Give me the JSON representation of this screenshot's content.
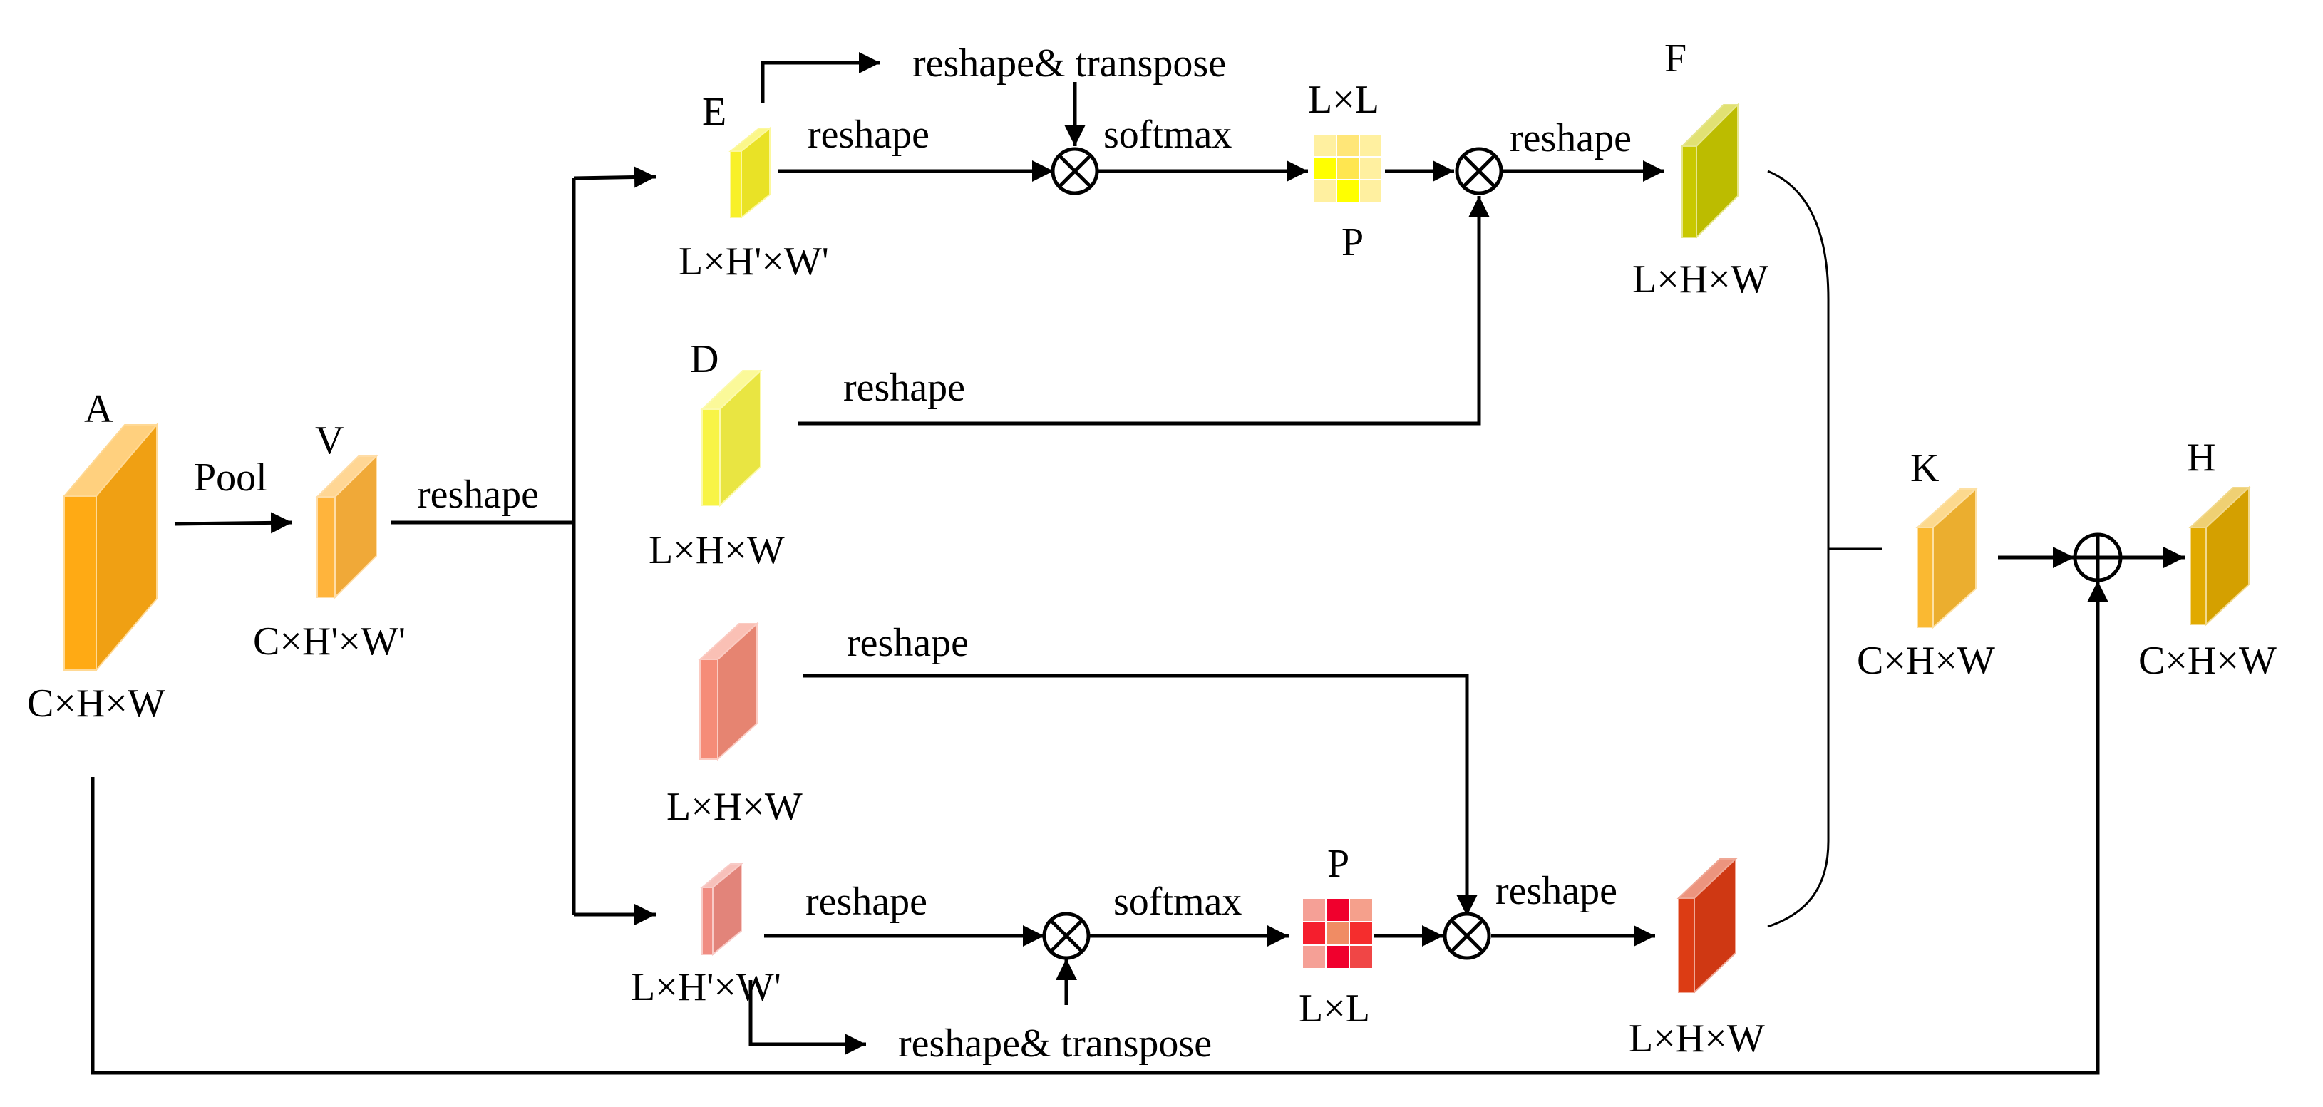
{
  "labels": {
    "A": "A",
    "V": "V",
    "E": "E",
    "D": "D",
    "F": "F",
    "K": "K",
    "H": "H",
    "P_top": "P",
    "P_bottom": "P",
    "pool": "Pool",
    "reshape": "reshape",
    "softmax": "softmax",
    "reshape_transpose": "reshape& transpose",
    "dim_CHW": "C×H×W",
    "dim_CHpWp": "C×H'×W'",
    "dim_LHpWp": "L×H'×W'",
    "dim_LHW": "L×H×W",
    "dim_LL": "L×L"
  },
  "colors": {
    "A": "#FFAA14",
    "V": "#FFB43C",
    "E": "#F8F028",
    "D": "#F8F446",
    "F": "#C8C800",
    "K": "#FAB932",
    "H": "#E1AA00",
    "salmon_mid": "#F58C78",
    "salmon_small": "#F08C82",
    "red_out": "#DC3C14"
  },
  "matrices": {
    "top": [
      "#FFF0A0",
      "#FFE678",
      "#FFF0A0",
      "#FFFF00",
      "#FFE650",
      "#FFF0A0",
      "#FFF0A0",
      "#FFFF00",
      "#FFF0A0"
    ],
    "bottom": [
      "#F5A096",
      "#F0002D",
      "#F5A08C",
      "#F51E2D",
      "#F08C64",
      "#F52D2D",
      "#F5A096",
      "#F0002D",
      "#F04646"
    ]
  }
}
